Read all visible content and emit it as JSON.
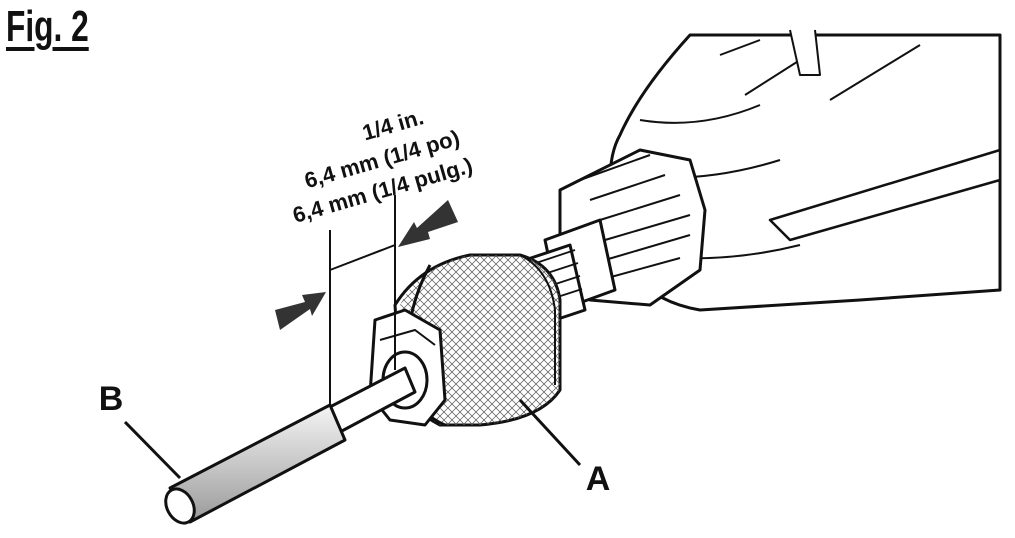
{
  "figure": {
    "title": "Fig. 2",
    "dimension": {
      "line1": "1/4 in.",
      "line2": "6,4 mm (1/4 po)",
      "line3": "6,4 mm (1/4 pulg.)"
    },
    "labels": {
      "a": "A",
      "b": "B"
    }
  }
}
